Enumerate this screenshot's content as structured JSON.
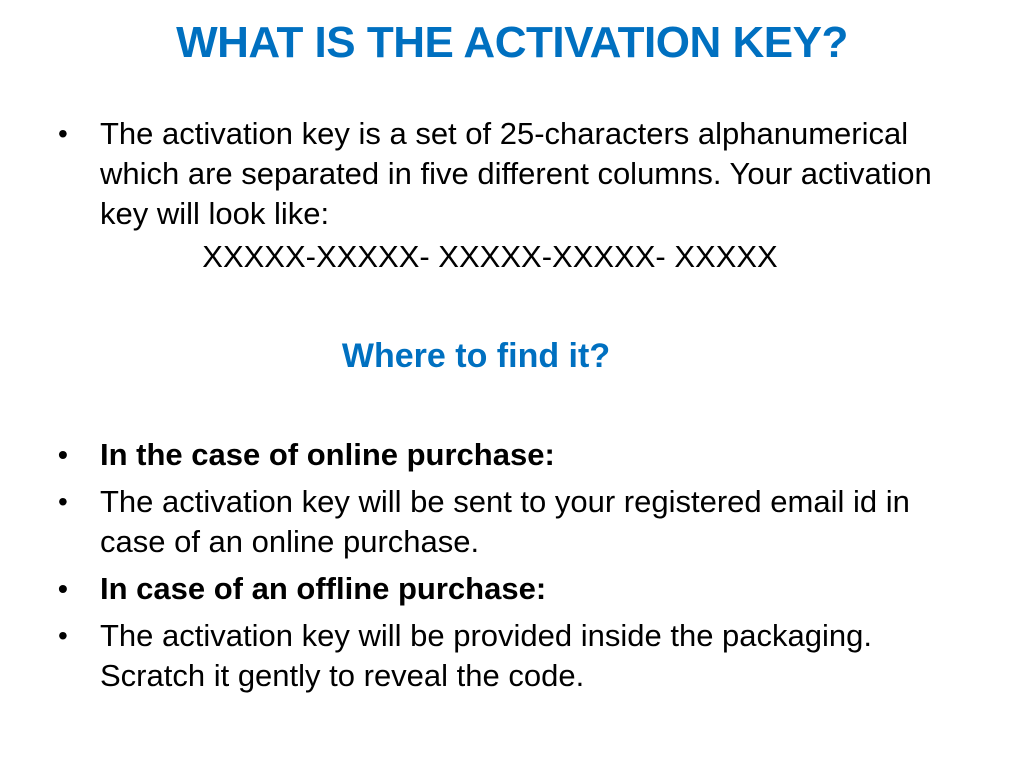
{
  "colors": {
    "heading": "#0070C0",
    "text": "#000000",
    "background": "#FFFFFF"
  },
  "title": "WHAT IS THE ACTIVATION KEY?",
  "intro_bullet": "The activation key is a set of 25-characters alphanumerical which are separated in five different columns. Your activation key will look like:",
  "key_format": "XXXXX-XXXXX- XXXXX-XXXXX- XXXXX",
  "subheading": "Where to find it?",
  "bullets": [
    {
      "text": "In the case of online purchase:",
      "bold": true
    },
    {
      "text": "The activation key will be sent to your registered email id in case of an online purchase.",
      "bold": false
    },
    {
      "text": "In case of an offline purchase:",
      "bold": true
    },
    {
      "text": "The activation key will be provided inside the packaging. Scratch it gently to reveal the code.",
      "bold": false
    }
  ],
  "bullet_glyph": "•"
}
